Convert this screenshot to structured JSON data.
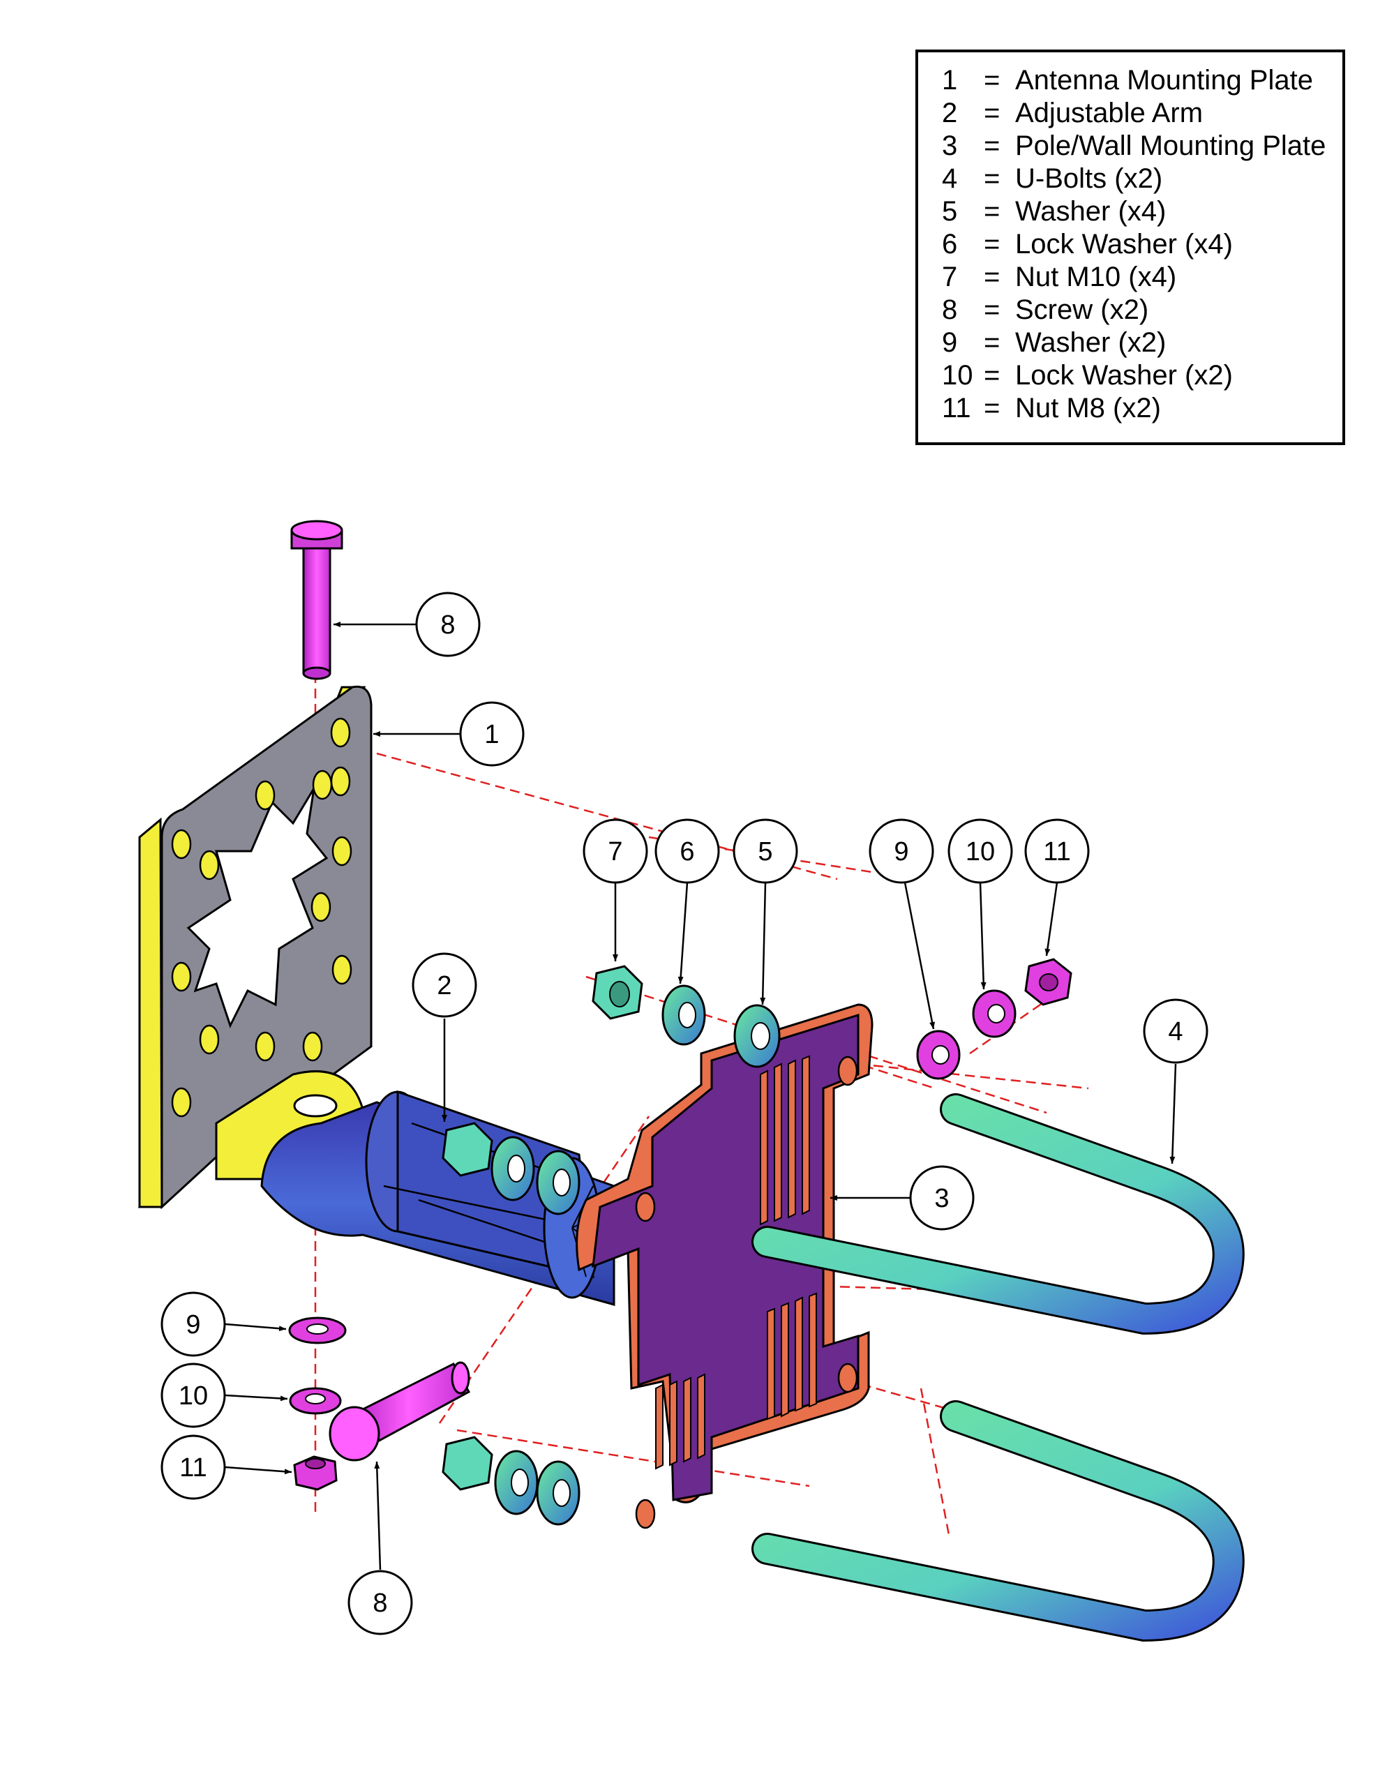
{
  "legend": [
    {
      "num": "1",
      "eq": "=",
      "name": "Antenna Mounting Plate"
    },
    {
      "num": "2",
      "eq": "=",
      "name": "Adjustable Arm"
    },
    {
      "num": "3",
      "eq": "=",
      "name": "Pole/Wall Mounting Plate"
    },
    {
      "num": "4",
      "eq": "=",
      "name": "U-Bolts (x2)"
    },
    {
      "num": "5",
      "eq": "=",
      "name": "Washer (x4)"
    },
    {
      "num": "6",
      "eq": "=",
      "name": "Lock Washer (x4)"
    },
    {
      "num": "7",
      "eq": "=",
      "name": "Nut M10 (x4)"
    },
    {
      "num": "8",
      "eq": "=",
      "name": "Screw (x2)"
    },
    {
      "num": "9",
      "eq": "=",
      "name": "Washer (x2)"
    },
    {
      "num": "10",
      "eq": "=",
      "name": "Lock Washer (x2)"
    },
    {
      "num": "11",
      "eq": "=",
      "name": "Nut M8 (x2)"
    }
  ],
  "balloons": {
    "b8_top": "8",
    "b1": "1",
    "b7": "7",
    "b6": "6",
    "b5": "5",
    "b9_right": "9",
    "b10_right": "10",
    "b11_right": "11",
    "b2": "2",
    "b4": "4",
    "b3": "3",
    "b9_left": "9",
    "b10_left": "10",
    "b11_left": "11",
    "b8_bottom": "8"
  },
  "colors": {
    "antenna_plate_face": "#8a8a96",
    "antenna_plate_edge": "#f2ee3a",
    "arm": "#4a5cc8",
    "pole_plate_face": "#6a2a8e",
    "pole_plate_edge": "#e8704a",
    "u_bolt": "#5fe0a8",
    "screw": "#e040e0",
    "m10_hardware": "#5fd8b8",
    "m8_hardware": "#e040e0",
    "centerline": "#e02020"
  }
}
